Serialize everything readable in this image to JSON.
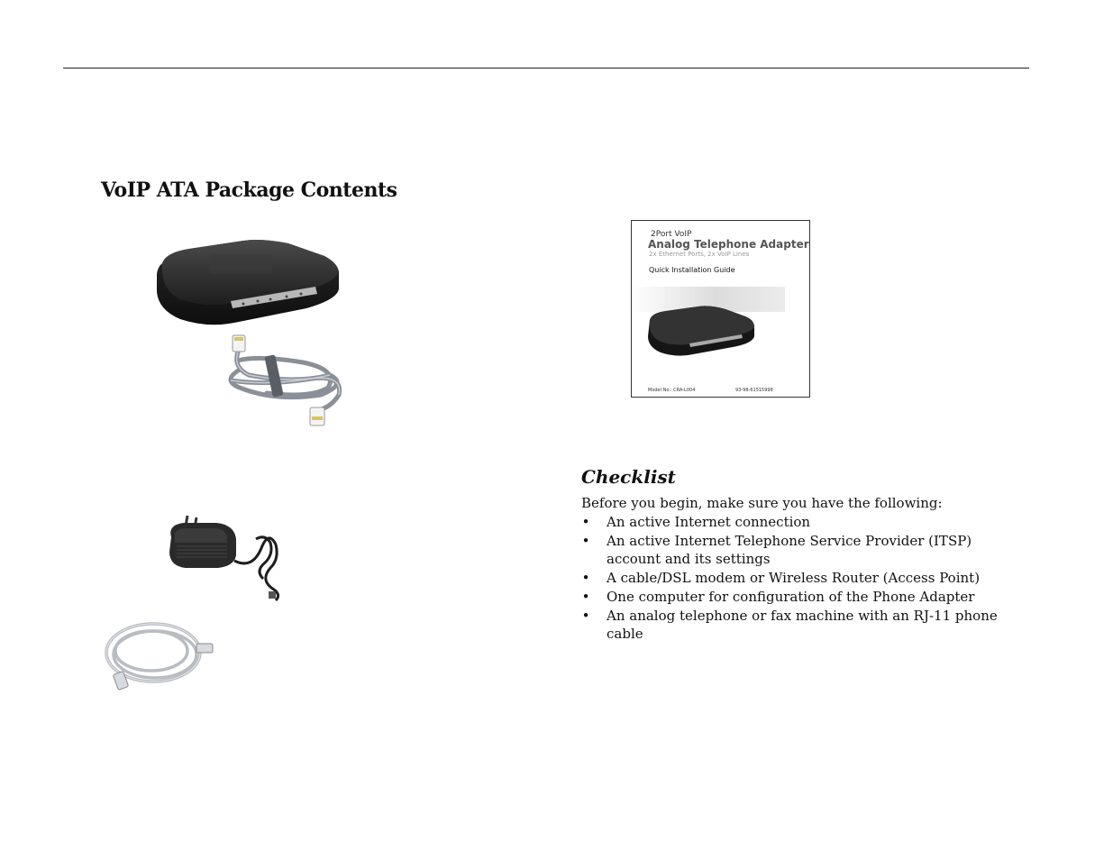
{
  "page": {
    "title": "VoIP ATA Package Contents"
  },
  "guide_cover": {
    "small_line": "2Port VoIP",
    "title": "Analog Telephone Adapter",
    "subtitle": "2x Ethernet Ports, 2x VoIP Lines",
    "guide_label": "Quick Installation Guide",
    "footer_left": "Model No.: CRA-L004",
    "footer_right": "93-98-61515998"
  },
  "checklist": {
    "heading": "Checklist",
    "intro": "Before you begin, make sure you have the following:",
    "bullet": "•",
    "items": [
      "An active Internet connection",
      "An active Internet Telephone Service Provider (ITSP) account and its settings",
      "A cable/DSL modem or Wireless Router (Access Point)",
      "One computer for configuration of the Phone Adapter",
      "An analog telephone or fax machine with an RJ-11 phone cable"
    ]
  }
}
